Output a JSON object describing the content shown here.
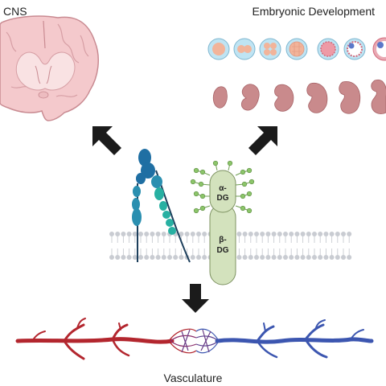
{
  "labels": {
    "cns": "CNS",
    "embryonic": "Embryonic Development",
    "vasculature": "Vasculature"
  },
  "protein": {
    "alpha_line1": "α-",
    "alpha_line2": "DG",
    "beta_line1": "β-",
    "beta_line2": "DG"
  },
  "colors": {
    "brain_fill": "#f4c9cc",
    "brain_stroke": "#c98b92",
    "embryo": "#c98a8c",
    "artery": "#b3262e",
    "vein": "#3c56b0",
    "laminin_dark": "#1f6fa3",
    "laminin_mid": "#2a8fb0",
    "laminin_light": "#27b0a2",
    "glycan": "#8cc56a",
    "dg_body": "#d3e2bd",
    "membrane": "#c9ccd2",
    "arrow": "#1b1b1b"
  },
  "icons": [
    "arrow-icon",
    "brain-icon",
    "embryo-icon",
    "laminin-icon",
    "dystroglycan-icon",
    "membrane-icon",
    "blood-vessel-icon"
  ]
}
